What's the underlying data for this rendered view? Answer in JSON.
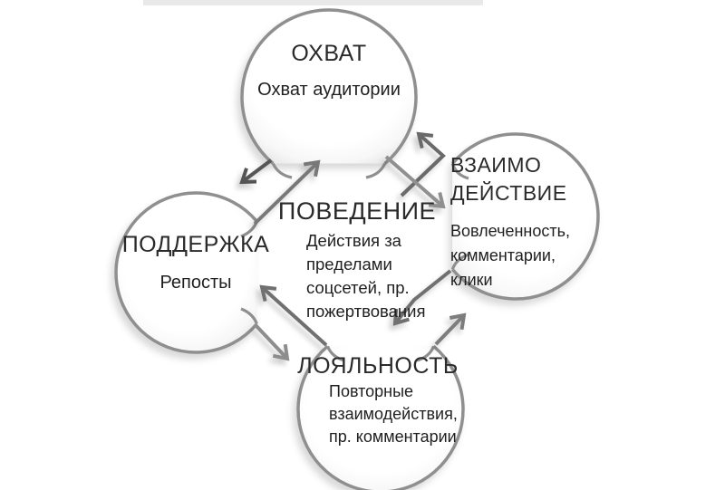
{
  "diagram": {
    "description_top_strip_color": "#e9e9e9",
    "palette": {
      "circle_stroke": "#8f8f8f",
      "arrow_gray": "#6f6f6f",
      "arrow_light": "#909090",
      "arrow_dark": "#555555",
      "title_color": "#2a2a2a",
      "subtitle_color": "#1f1f1f"
    },
    "nodes": {
      "reach": {
        "title": "ОХВАТ",
        "subtitle": "Охват аудитории"
      },
      "interaction": {
        "title_line1": "ВЗАИМО",
        "title_line2": "ДЕЙСТВИЕ",
        "subtitle_lines": [
          "Вовлеченность,",
          "комментарии,",
          "клики"
        ]
      },
      "support": {
        "title": "ПОДДЕРЖКА",
        "subtitle": "Репосты"
      },
      "loyalty": {
        "title": "ЛОЯЛЬНОСТЬ",
        "subtitle_lines": [
          "Повторные",
          "взаимодействия,",
          "пр. комментарии"
        ]
      },
      "behavior": {
        "title": "ПОВЕДЕНИЕ",
        "subtitle_lines": [
          "Действия за",
          "пределами",
          "соцсетей, пр.",
          "пожертвования"
        ]
      }
    }
  }
}
